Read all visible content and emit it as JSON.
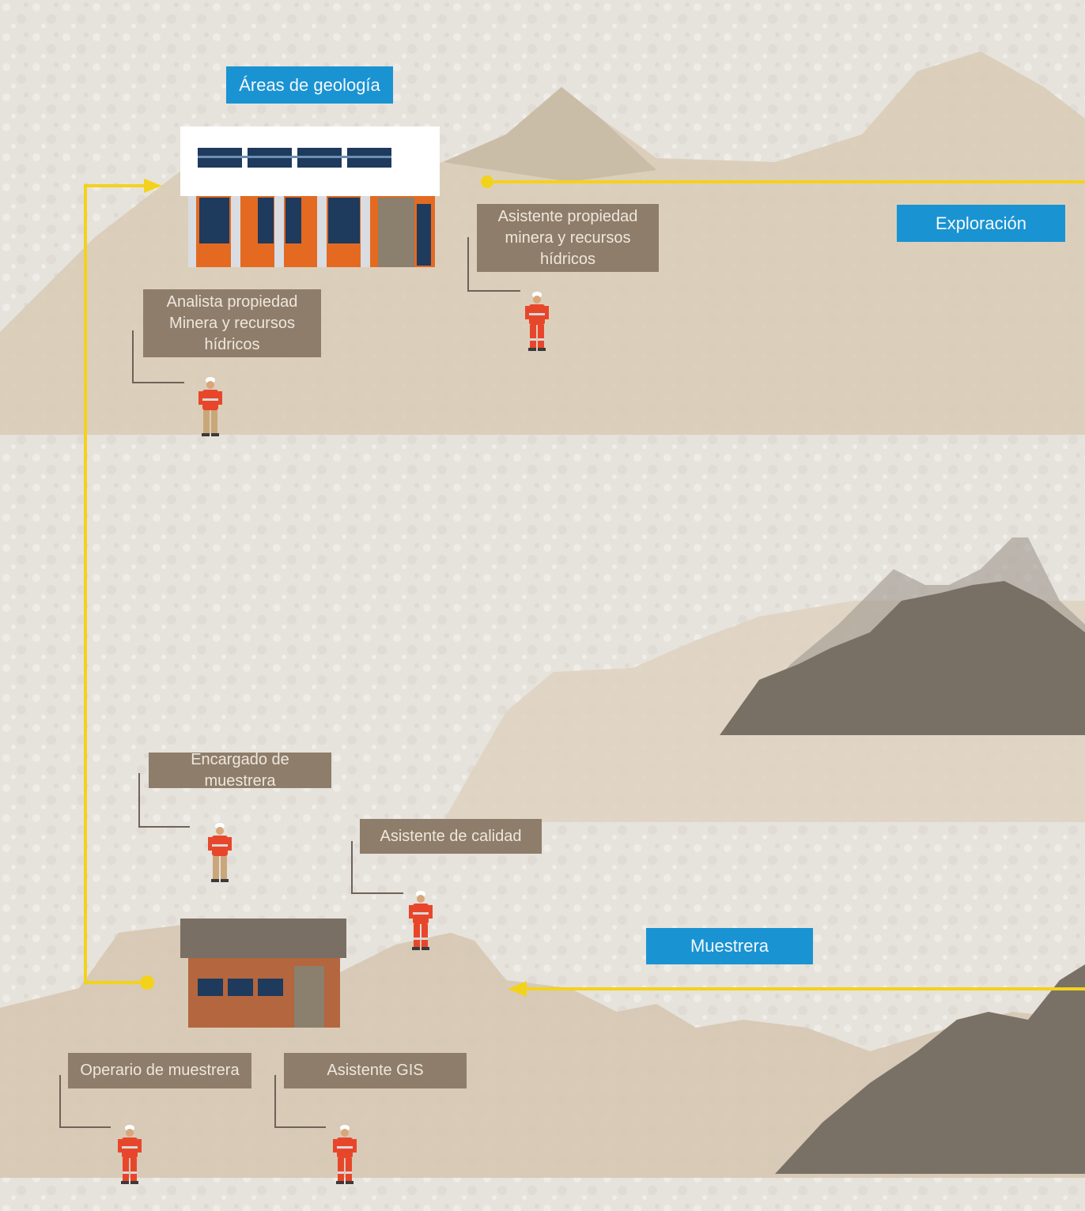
{
  "areas": {
    "geology": "Áreas de geología",
    "exploration": "Exploración",
    "sampling": "Muestrera"
  },
  "roles": {
    "asistente_propiedad": [
      "Asistente propiedad",
      "minera y recursos",
      "hídricos"
    ],
    "analista_propiedad": [
      "Analista propiedad",
      "Minera y recursos",
      "hídricos"
    ],
    "encargado_muestrera": "Encargado de muestrera",
    "asistente_calidad": "Asistente de calidad",
    "operario_muestrera": "Operario de muestrera",
    "asistente_gis": "Asistente GIS"
  },
  "colors": {
    "accent_blue": "#1a93d2",
    "label_brown": "#8e7d6a",
    "flow_yellow": "#f3d21c",
    "vest_orange": "#e8462a"
  }
}
